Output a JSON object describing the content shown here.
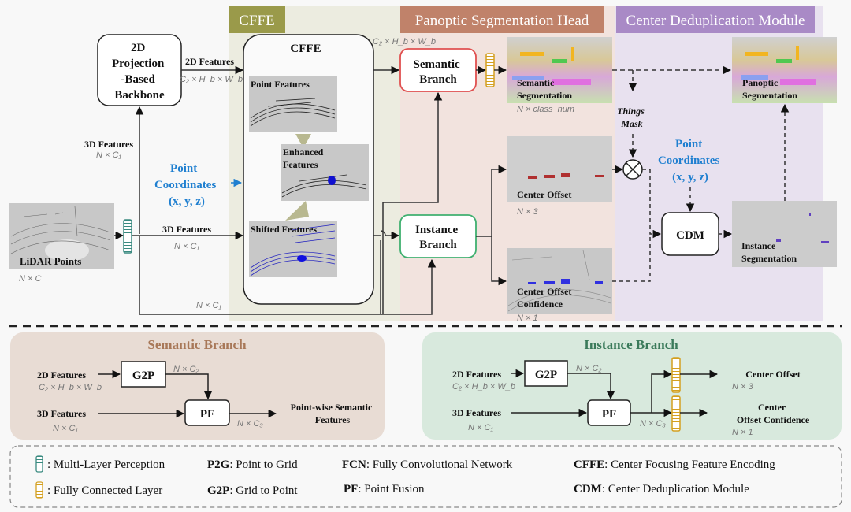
{
  "sections": {
    "cffe": {
      "title": "CFFE",
      "color": "#9a9a4a",
      "bg": "#ecece0"
    },
    "head": {
      "title": "Panoptic Segmentation Head",
      "color": "#c0826a",
      "bg": "#f2e3de"
    },
    "cdm": {
      "title": "Center Deduplication Module",
      "color": "#a98ac6",
      "bg": "#e8e1ef"
    }
  },
  "backbone": {
    "lines": [
      "2D",
      "Projection",
      "-Based",
      "Backbone"
    ]
  },
  "lidar": {
    "label": "LiDAR Points",
    "dim": "N × C"
  },
  "edges": {
    "feat2d": "2D Features",
    "feat2d_dim": "C₂ × H_b × W_b",
    "feat3d_up": "3D Features",
    "feat3d_up_dim": "N × C₁",
    "feat3d_mid": "3D Features",
    "feat3d_mid_dim": "N × C₁",
    "bottom_dim": "N × C₁",
    "cffe_out_dim": "C₂ × H_b × W_b"
  },
  "point_coords": {
    "lines": [
      "Point",
      "Coordinates",
      "(x, y, z)"
    ]
  },
  "cffe_box": {
    "title": "CFFE",
    "point_features": "Point Features",
    "enhanced_features": [
      "Enhanced",
      "Features"
    ],
    "shifted_features": "Shifted Features"
  },
  "semantic_branch": {
    "lines": [
      "Semantic",
      "Branch"
    ]
  },
  "instance_branch": {
    "lines": [
      "Instance",
      "Branch"
    ]
  },
  "outputs": {
    "semantic_seg": {
      "lines": [
        "Semantic",
        "Segmentation"
      ],
      "dim": "N × class_num"
    },
    "center_offset": {
      "lines": [
        "Center Offset"
      ],
      "dim": "N × 3"
    },
    "center_conf": {
      "lines": [
        "Center Offset",
        "Confidence"
      ],
      "dim": "N × 1"
    },
    "panoptic_seg": {
      "lines": [
        "Panoptic",
        "Segmentation"
      ]
    },
    "instance_seg": {
      "lines": [
        "Instance",
        "Segmentation"
      ]
    }
  },
  "things_mask": {
    "lines": [
      "Things",
      "Mask"
    ]
  },
  "cdm_coords": {
    "lines": [
      "Point",
      "Coordinates",
      "(x, y, z)"
    ]
  },
  "cdm_box": "CDM",
  "detail_semantic": {
    "title": "Semantic Branch",
    "in2d": "2D Features",
    "in2d_dim": "C₂ × H_b × W_b",
    "in3d": "3D Features",
    "in3d_dim": "N × C₁",
    "g2p": "G2P",
    "g2p_dim": "N × C₂",
    "pf": "PF",
    "pf_dim": "N × C₃",
    "out": [
      "Point-wise Semantic",
      "Features"
    ]
  },
  "detail_instance": {
    "title": "Instance Branch",
    "in2d": "2D Features",
    "in2d_dim": "C₂ × H_b × W_b",
    "in3d": "3D Features",
    "in3d_dim": "N × C₁",
    "g2p": "G2P",
    "g2p_dim": "N × C₂",
    "pf": "PF",
    "pf_dim": "N × C₃",
    "out1": "Center Offset",
    "out1_dim": "N × 3",
    "out2": [
      "Center",
      "Offset Confidence"
    ],
    "out2_dim": "N × 1"
  },
  "legend": {
    "mlp": ": Multi-Layer Perception",
    "fc": ": Fully Connected Layer",
    "p2g_k": "P2G",
    "p2g_v": ": Point to Grid",
    "g2p_k": "G2P",
    "g2p_v": ": Grid to Point",
    "fcn_k": "FCN",
    "fcn_v": ": Fully Convolutional Network",
    "pf_k": "PF",
    "pf_v": ": Point Fusion",
    "cffe_k": "CFFE",
    "cffe_v": ": Center Focusing Feature Encoding",
    "cdm_k": "CDM",
    "cdm_v": ": Center Deduplication Module"
  },
  "colors": {
    "semantic_border": "#e05050",
    "instance_border": "#40b070",
    "mlp": "#3a8a80",
    "fc": "#d4a020",
    "semantic_panel": "#e8dcd4",
    "semantic_title": "#a87858",
    "instance_panel": "#d8e9dd",
    "instance_title": "#3a7a5a"
  }
}
